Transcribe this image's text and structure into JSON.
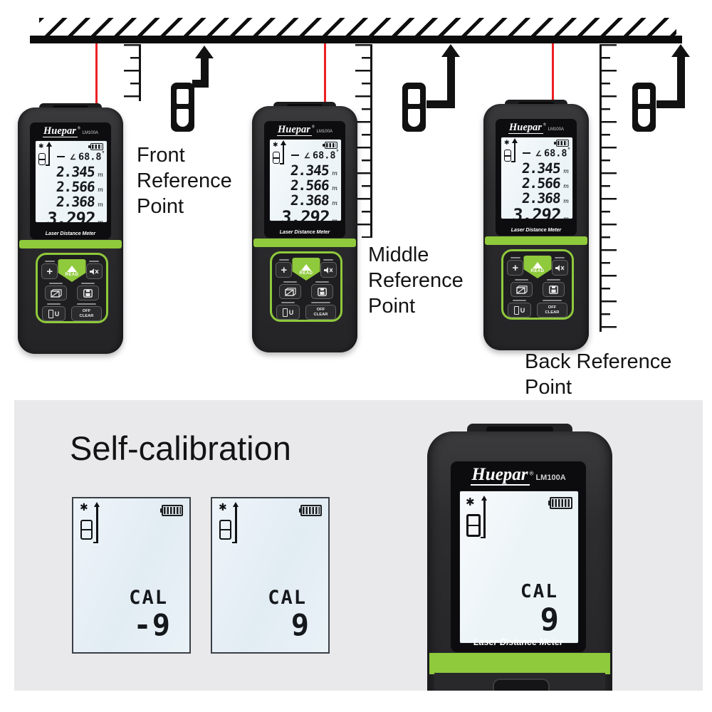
{
  "brand": {
    "name": "Huepar",
    "registered": "®",
    "model": "LM100A"
  },
  "lcd": {
    "angle_dash": "—",
    "angle_symbol": "∠",
    "angle_value": "68.8",
    "degree": "°",
    "readings": [
      {
        "value": "2.345",
        "unit": "m"
      },
      {
        "value": "2.566",
        "unit": "m"
      },
      {
        "value": "2.368",
        "unit": "m"
      },
      {
        "value": "3.292",
        "unit": "m"
      }
    ],
    "caption": "Laser Distance Meter",
    "laser_star": "✱"
  },
  "keys": {
    "plus": "+",
    "read": "READ",
    "unit": "U",
    "off": "OFF",
    "clear": "CLEAR"
  },
  "annotations": {
    "front": {
      "lines": [
        "Front",
        "Reference",
        "Point"
      ]
    },
    "middle": {
      "lines": [
        "Middle",
        "Reference",
        "Point"
      ]
    },
    "back": {
      "lines": [
        "Back Reference",
        "Point"
      ]
    }
  },
  "calibration": {
    "title": "Self-calibration",
    "screens": [
      {
        "label": "CAL",
        "value": "-9"
      },
      {
        "label": "CAL",
        "value": "9"
      }
    ],
    "device": {
      "label": "CAL",
      "value": "9"
    }
  },
  "colors": {
    "accent_green": "#8fc93c",
    "laser_red": "#ed2024",
    "lcd_blue": "#edf4f8",
    "panel_gray": "#e9e9eb"
  }
}
